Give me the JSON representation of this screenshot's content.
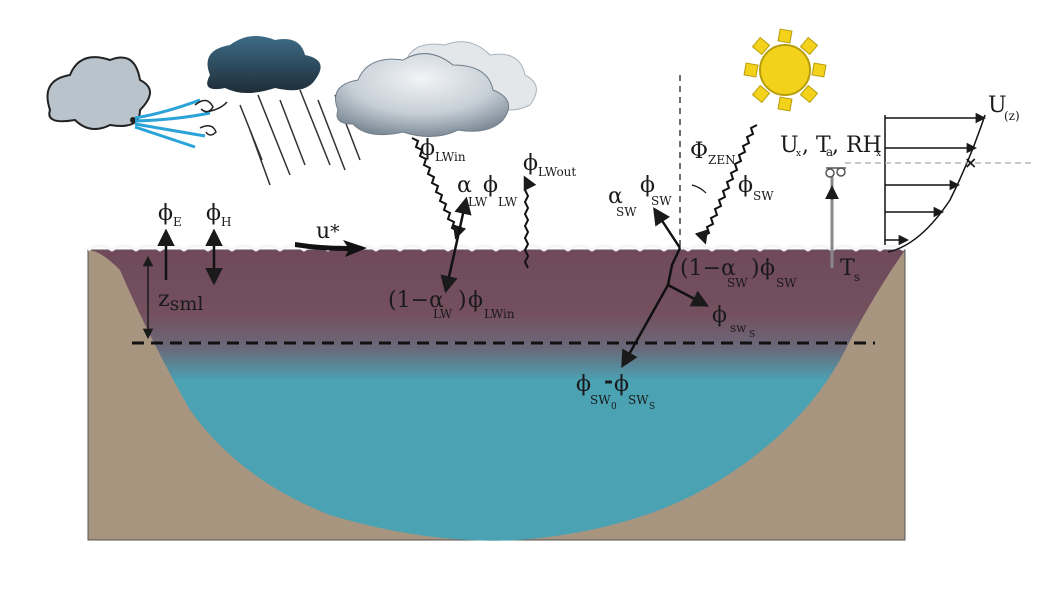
{
  "colors": {
    "soil": "#a89580",
    "mixed_layer_top": "#6f4a5a",
    "deep_water": "#4aa2b3",
    "cloud_rain": "#2f4f63",
    "sun": "#f2d21a",
    "wind_cloud": "#b9c3cc"
  },
  "icons": [
    "wind-cloud-icon",
    "rain-cloud-icon",
    "storm-cloud-icon",
    "sun-icon",
    "anemometer-icon"
  ],
  "labels": {
    "phi": "ϕ",
    "phi_cap": "Φ",
    "alpha": "α",
    "phi_E_sub": "E",
    "phi_H_sub": "H",
    "u_star": "u",
    "u_star_mark": "*",
    "z_sml": "z",
    "z_sml_sub": "sml",
    "lw_in_sub": "LWin",
    "lw_out_sub": "LWout",
    "lw_sub": "LW",
    "sw_sub": "SW",
    "zen_sub": "ZEN",
    "one_minus_alpha_lw_pre": "(1−α",
    "one_minus_alpha_lw_post": ")",
    "one_minus_alpha_sw_pre": "(1−α",
    "one_minus_alpha_sw_post": ")",
    "sw_s_sub": "sw",
    "sw_s_subsub": "S",
    "sw_0_sub": "SW",
    "sw_0_subsub": "0",
    "sw_S2_sub": "SW",
    "sw_S2_subsub": "S",
    "minus": "-",
    "met_U": "U",
    "met_x1": "x",
    "met_T": ", T",
    "met_a": "a",
    "met_RH": ", RH",
    "met_x2": "x",
    "u_profile": "U",
    "u_profile_sub": "(z)",
    "T_s": "T",
    "T_s_sub": "s"
  }
}
